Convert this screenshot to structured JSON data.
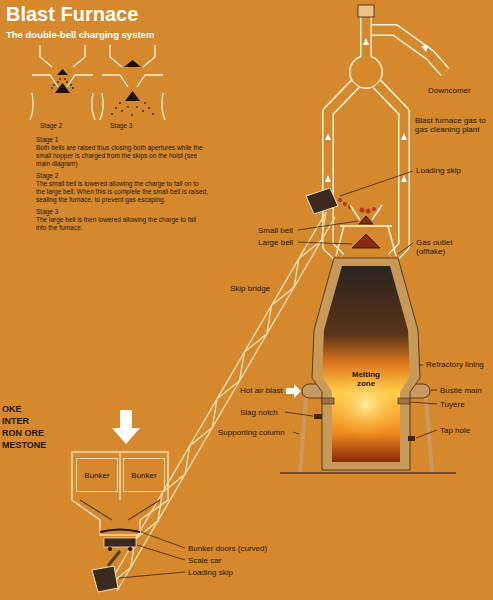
{
  "diagram": {
    "title": "Blast Furnace",
    "nodes": [
      {
        "text": [
          "Bunker"
        ]
      },
      {
        "text": [
          "Bunker"
        ]
      }
    ],
    "labels": [
      "Stage 2",
      "Stage 3",
      "Stage 1",
      "Both bells are raised thus closing both apertures while the small hopper is charged from the skips on the hoist (see main diagram)",
      "Stage 2",
      "The small bell is lowered allowing the charge to fall on to the large bell. When this is complete the small bell is raised, sealing the furnace, to prevent gas escaping.",
      "Stage 3",
      "The large bell is then lowered allowing the charge to fall into the furnace.",
      "Downcomer",
      "Blast furnace gas to gas cleaning plant",
      "Loading skip",
      "Small bell",
      "Large bell",
      "Gas outlet (offtake)",
      "Skip bridge",
      "Melting zone",
      "Refractory lining",
      "Bustle main",
      "Tuyère",
      "Tap hole",
      "Hot air blast",
      "Slag notch",
      "Supporting column",
      "OKE",
      "INTER",
      "RON ORE",
      "MESTONE",
      "Bunker doors (curved)",
      "Scale car",
      "Loading skip",
      "The double-bell charging system"
    ]
  }
}
